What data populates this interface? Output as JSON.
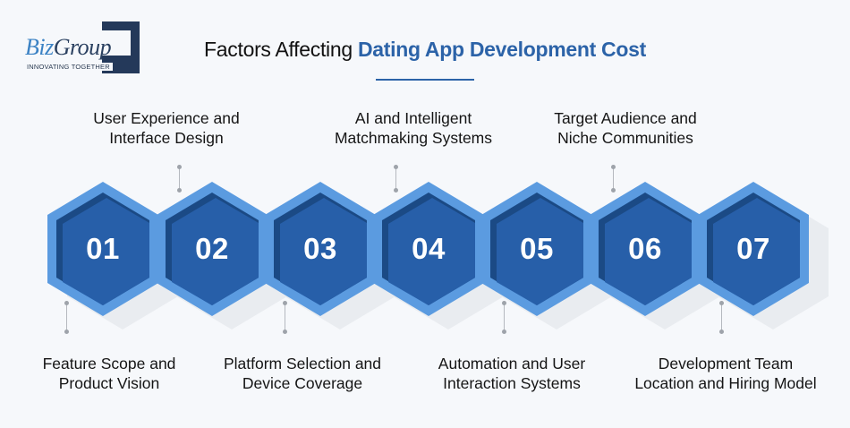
{
  "logo": {
    "brand_part1": "Biz",
    "brand_part2": "Group",
    "tagline": "INNOVATING TOGETHER"
  },
  "header": {
    "title_prefix": "Factors Affecting",
    "title_highlight": "Dating App Development Cost"
  },
  "colors": {
    "accent": "#2c63a8",
    "hex_outer": "#5b9be0",
    "hex_inner": "#275fa9",
    "hex_shadow": "#1b4a85",
    "logo_dark": "#24395a"
  },
  "factors": [
    {
      "number": "01",
      "line1": "Feature Scope and",
      "line2": "Product Vision",
      "position": "bottom"
    },
    {
      "number": "02",
      "line1": "User Experience and",
      "line2": "Interface Design",
      "position": "top"
    },
    {
      "number": "03",
      "line1": "Platform Selection and",
      "line2": "Device Coverage",
      "position": "bottom"
    },
    {
      "number": "04",
      "line1": "AI and Intelligent",
      "line2": "Matchmaking Systems",
      "position": "top"
    },
    {
      "number": "05",
      "line1": "Automation and User",
      "line2": "Interaction Systems",
      "position": "bottom"
    },
    {
      "number": "06",
      "line1": "Target Audience and",
      "line2": "Niche Communities",
      "position": "top"
    },
    {
      "number": "07",
      "line1": "Development Team",
      "line2": "Location and Hiring Model",
      "position": "bottom"
    }
  ]
}
